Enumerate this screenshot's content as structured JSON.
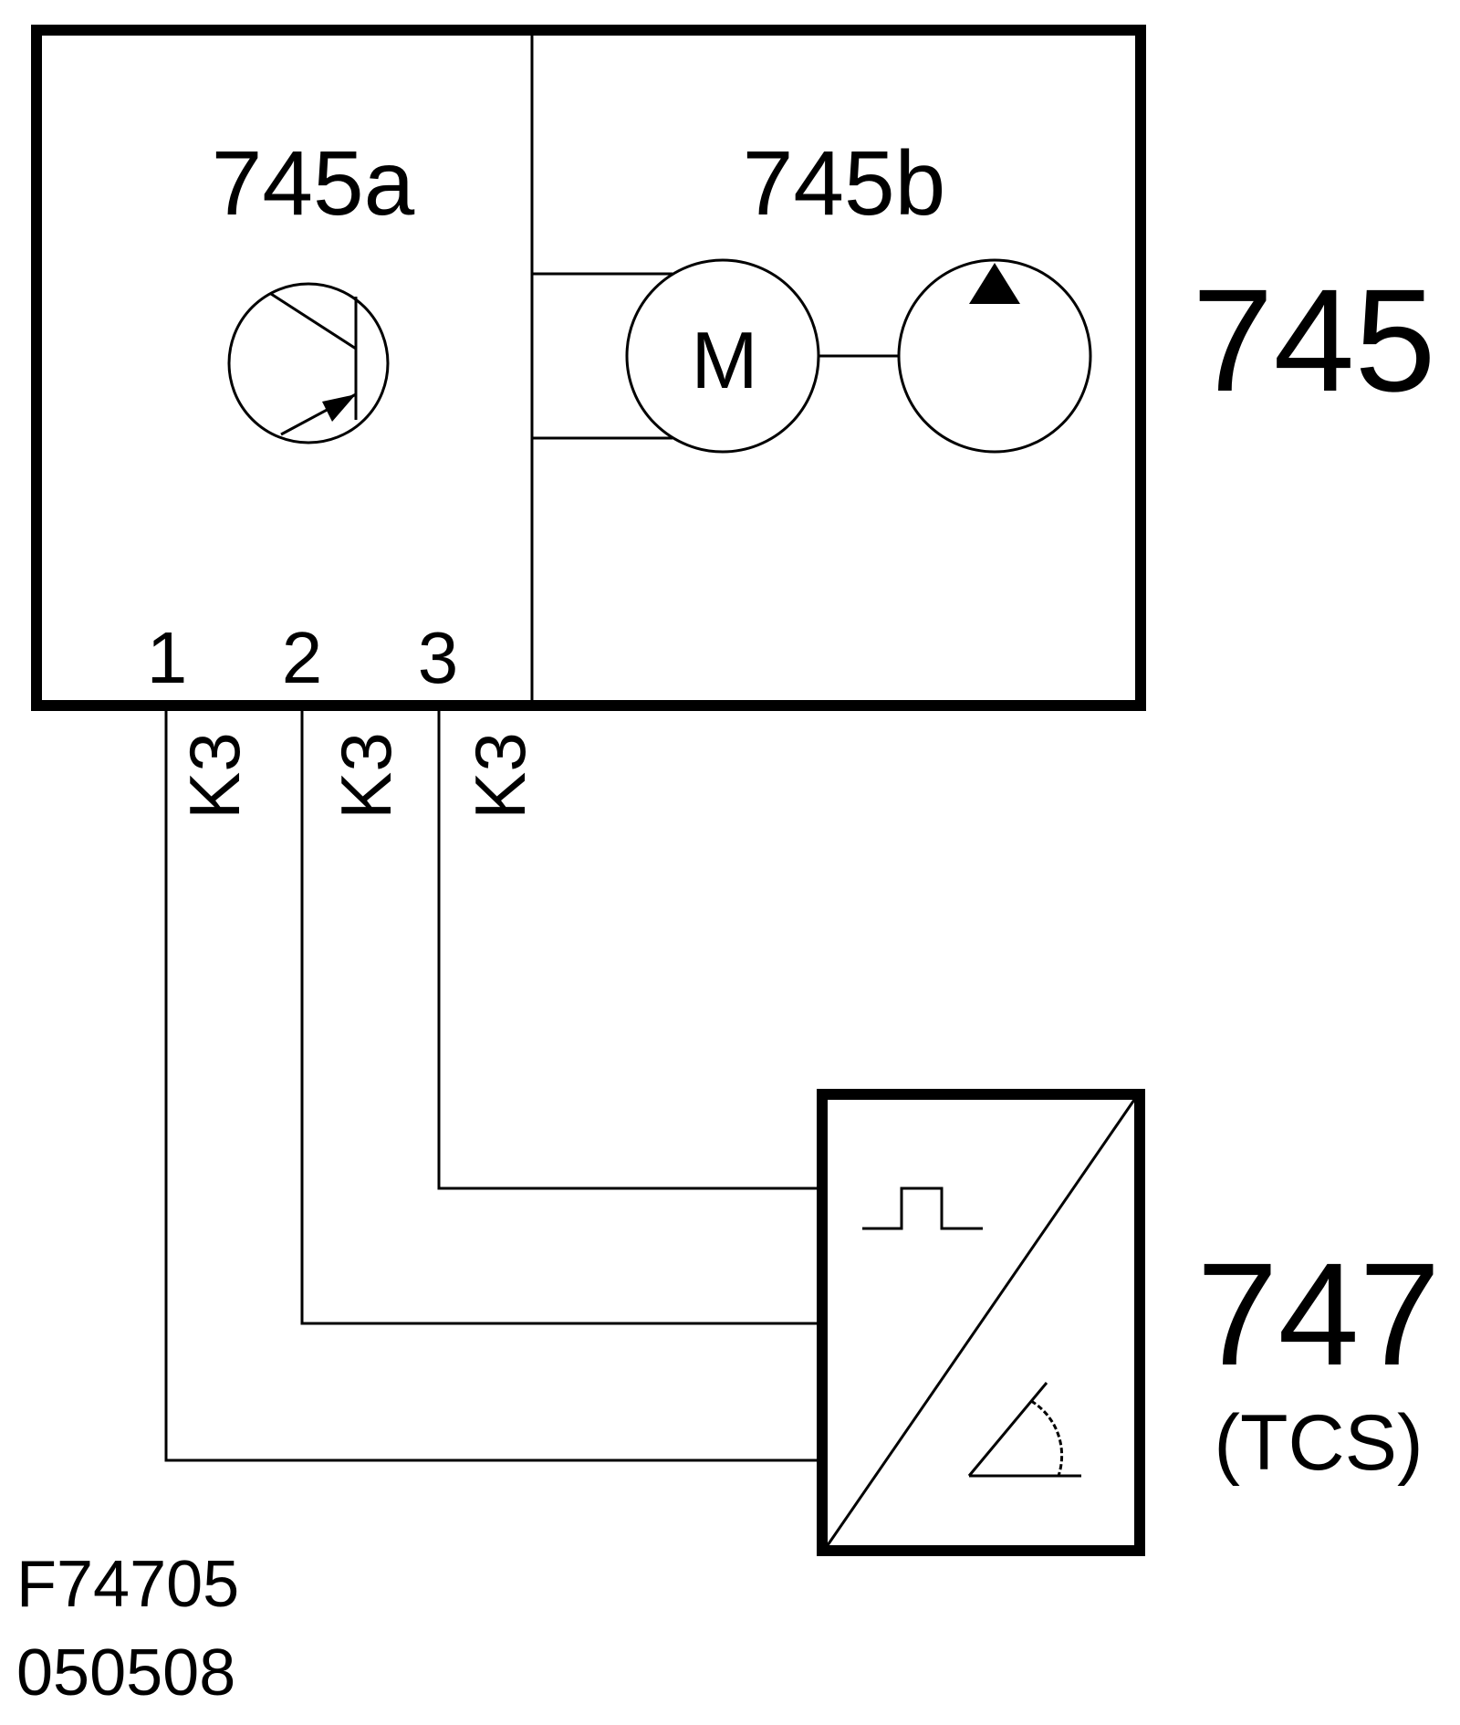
{
  "unit_745": {
    "label": "745",
    "section_a": {
      "label": "745a"
    },
    "section_b": {
      "label": "745b",
      "motor_symbol": "M"
    },
    "terminals": [
      "1",
      "2",
      "3"
    ]
  },
  "wires": [
    "K3",
    "K3",
    "K3"
  ],
  "unit_747": {
    "label": "747",
    "sublabel": "(TCS)"
  },
  "footer": {
    "code": "F74705",
    "date": "050508"
  },
  "icons": [
    "transistor-icon",
    "motor-icon",
    "pump-icon",
    "pulse-signal-icon",
    "angle-sensor-icon"
  ],
  "colors": {
    "line": "#000000",
    "background": "#ffffff"
  }
}
